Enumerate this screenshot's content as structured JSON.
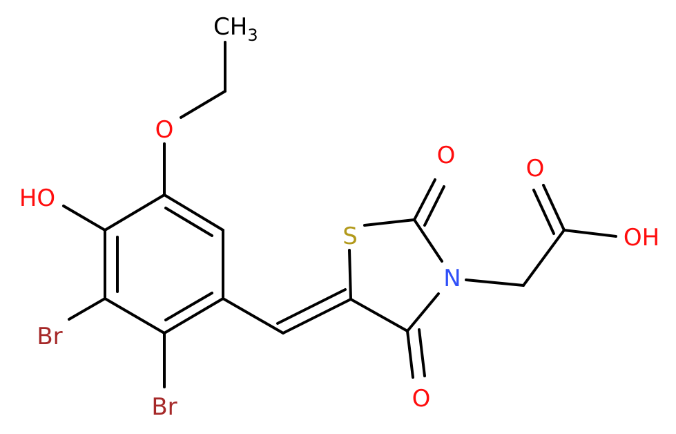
{
  "molecule": {
    "atoms": [
      {
        "id": "ch3",
        "text": "CH",
        "sub": "3",
        "color": "#000000"
      },
      {
        "id": "o_ether",
        "text": "O",
        "color": "#ff0d0d"
      },
      {
        "id": "ho_phenol",
        "text": "HO",
        "color": "#ff0d0d"
      },
      {
        "id": "br1",
        "text": "Br",
        "color": "#a62929"
      },
      {
        "id": "br2",
        "text": "Br",
        "color": "#a62929"
      },
      {
        "id": "s_ring",
        "text": "S",
        "color": "#b2991a"
      },
      {
        "id": "o_c2",
        "text": "O",
        "color": "#ff0d0d"
      },
      {
        "id": "n_ring",
        "text": "N",
        "color": "#3050f8"
      },
      {
        "id": "o_c4",
        "text": "O",
        "color": "#ff0d0d"
      },
      {
        "id": "o_acid_carbonyl",
        "text": "O",
        "color": "#ff0d0d"
      },
      {
        "id": "oh_acid",
        "text": "OH",
        "color": "#ff0d0d"
      }
    ]
  }
}
